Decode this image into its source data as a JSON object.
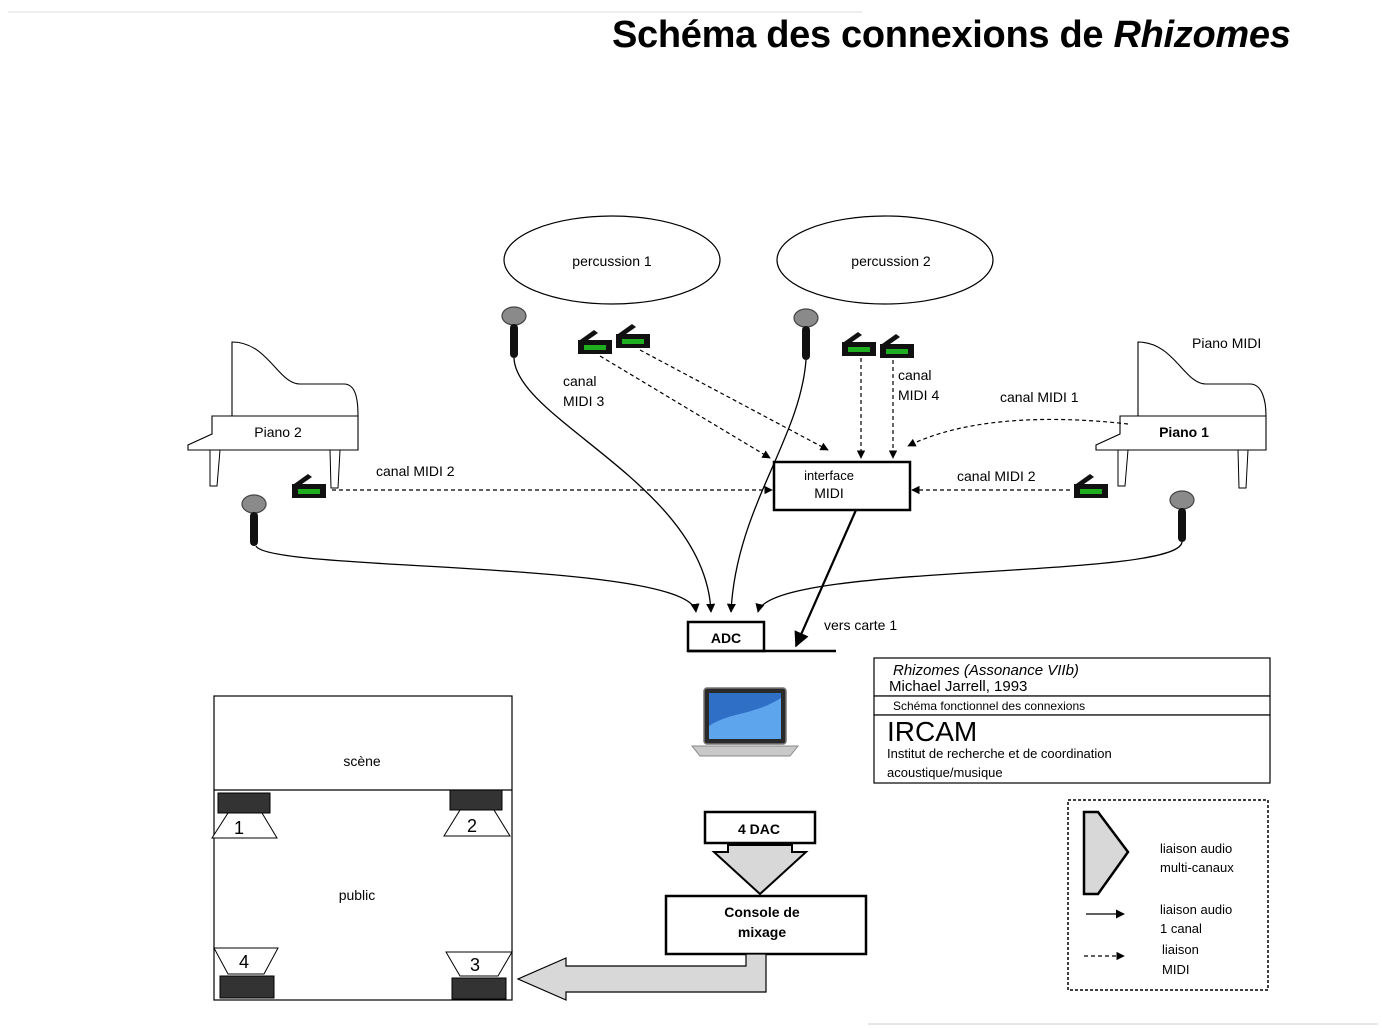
{
  "title": {
    "main": "Schéma des connexions de ",
    "emph": "Rhizomes"
  },
  "performers": {
    "perc1": "percussion 1",
    "perc2": "percussion 2"
  },
  "pianos": {
    "piano2": "Piano 2",
    "piano1": "Piano 1",
    "piano_midi": "Piano MIDI"
  },
  "midi": {
    "canal3_a": "canal",
    "canal3_b": "MIDI 3",
    "canal4_a": "canal",
    "canal4_b": "MIDI 4",
    "canal1": "canal MIDI 1",
    "canal2_left": "canal MIDI 2",
    "canal2_right": "canal MIDI 2",
    "interface_a": "interface",
    "interface_b": "MIDI"
  },
  "adc": "ADC",
  "vers_carte": "vers carte 1",
  "credits": {
    "work": "Rhizomes (Assonance VIIb)",
    "composer": "Michael Jarrell, 1993",
    "schema": "Schéma fonctionnel des connexions",
    "org": "IRCAM",
    "org_full_a": "Institut de recherche et de coordination",
    "org_full_b": "acoustique/musique"
  },
  "hall": {
    "scene": "scène",
    "public": "public",
    "spk1": "1",
    "spk2": "2",
    "spk3": "3",
    "spk4": "4"
  },
  "dac": "4 DAC",
  "console_a": "Console de",
  "console_b": "mixage",
  "legend": {
    "multi_a": "liaison audio",
    "multi_b": "multi-canaux",
    "single_a": "liaison audio",
    "single_b": "1 canal",
    "midi_a": "liaison",
    "midi_b": "MIDI"
  },
  "colors": {
    "pedal_green": "#1fae1f",
    "mic_grey": "#8a8a8a",
    "speaker_dark": "#333333",
    "arrow_fill": "#d8d8d8"
  }
}
